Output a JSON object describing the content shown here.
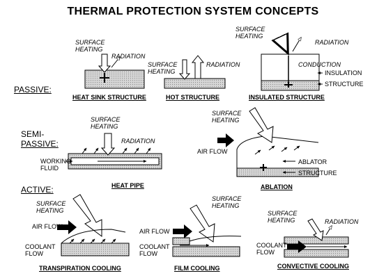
{
  "title": "THERMAL PROTECTION SYSTEM CONCEPTS",
  "categories": {
    "passive": "PASSIVE:",
    "semi_line1": "SEMI-",
    "semi_line2": "PASSIVE:",
    "active": "ACTIVE:"
  },
  "heat_sink": {
    "caption": "HEAT SINK STRUCTURE",
    "surface_l1": "SURFACE",
    "surface_l2": "HEATING",
    "radiation": "RADIATION"
  },
  "hot_structure": {
    "caption": "HOT STRUCTURE",
    "surface_l1": "SURFACE",
    "surface_l2": "HEATING",
    "radiation": "RADIATION"
  },
  "insulated": {
    "caption": "INSULATED STRUCTURE",
    "surface_l1": "SURFACE",
    "surface_l2": "HEATING",
    "radiation": "RADIATION",
    "conduction": "CONDUCTION",
    "insulation": "INSULATION",
    "structure": "STRUCTURE"
  },
  "heat_pipe": {
    "caption": "HEAT PIPE",
    "surface_l1": "SURFACE",
    "surface_l2": "HEATING",
    "radiation": "RADIATION",
    "fluid_l1": "WORKING",
    "fluid_l2": "FLUID"
  },
  "ablation": {
    "caption": "ABLATION",
    "surface_l1": "SURFACE",
    "surface_l2": "HEATING",
    "air_flow": "AIR FLOW",
    "ablator": "ABLATOR",
    "structure": "STRUCTURE"
  },
  "transpiration": {
    "caption": "TRANSPIRATION COOLING",
    "surface_l1": "SURFACE",
    "surface_l2": "HEATING",
    "air_flow": "AIR FLOW",
    "coolant_l1": "COOLANT",
    "coolant_l2": "FLOW"
  },
  "film": {
    "caption": "FILM COOLING",
    "surface_l1": "SURFACE",
    "surface_l2": "HEATING",
    "air_flow": "AIR FLOW",
    "coolant_l1": "COOLANT",
    "coolant_l2": "FLOW"
  },
  "convective": {
    "caption": "CONVECTIVE COOLING",
    "surface_l1": "SURFACE",
    "surface_l2": "HEATING",
    "radiation": "RADIATION",
    "coolant_l1": "COOLANT",
    "coolant_l2": "FLOW"
  }
}
